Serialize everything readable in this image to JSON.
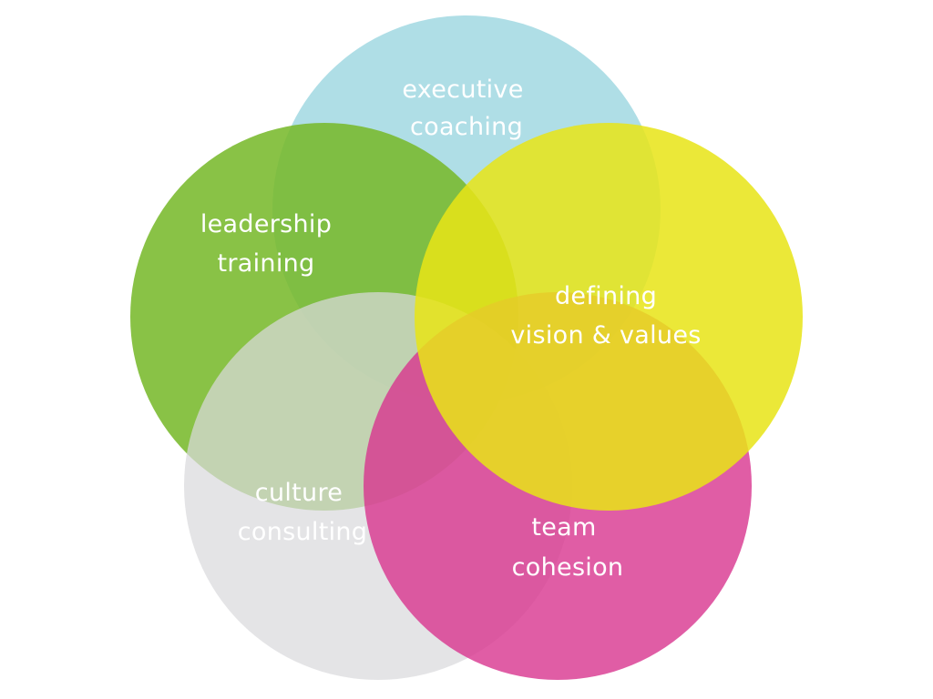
{
  "diagram": {
    "type": "venn",
    "circles": [
      {
        "id": "executive-coaching",
        "lines": [
          "executive",
          "coaching"
        ],
        "color": "#a4dae3"
      },
      {
        "id": "leadership-training",
        "lines": [
          "leadership",
          "training"
        ],
        "color": "#79b92c"
      },
      {
        "id": "culture-consulting",
        "lines": [
          "culture",
          "consulting"
        ],
        "color": "#dadadd"
      },
      {
        "id": "team-cohesion",
        "lines": [
          "team",
          "cohesion"
        ],
        "color": "#d8348f"
      },
      {
        "id": "defining-vision-values",
        "lines": [
          "defining",
          "vision & values"
        ],
        "color": "#e8e417"
      }
    ]
  }
}
